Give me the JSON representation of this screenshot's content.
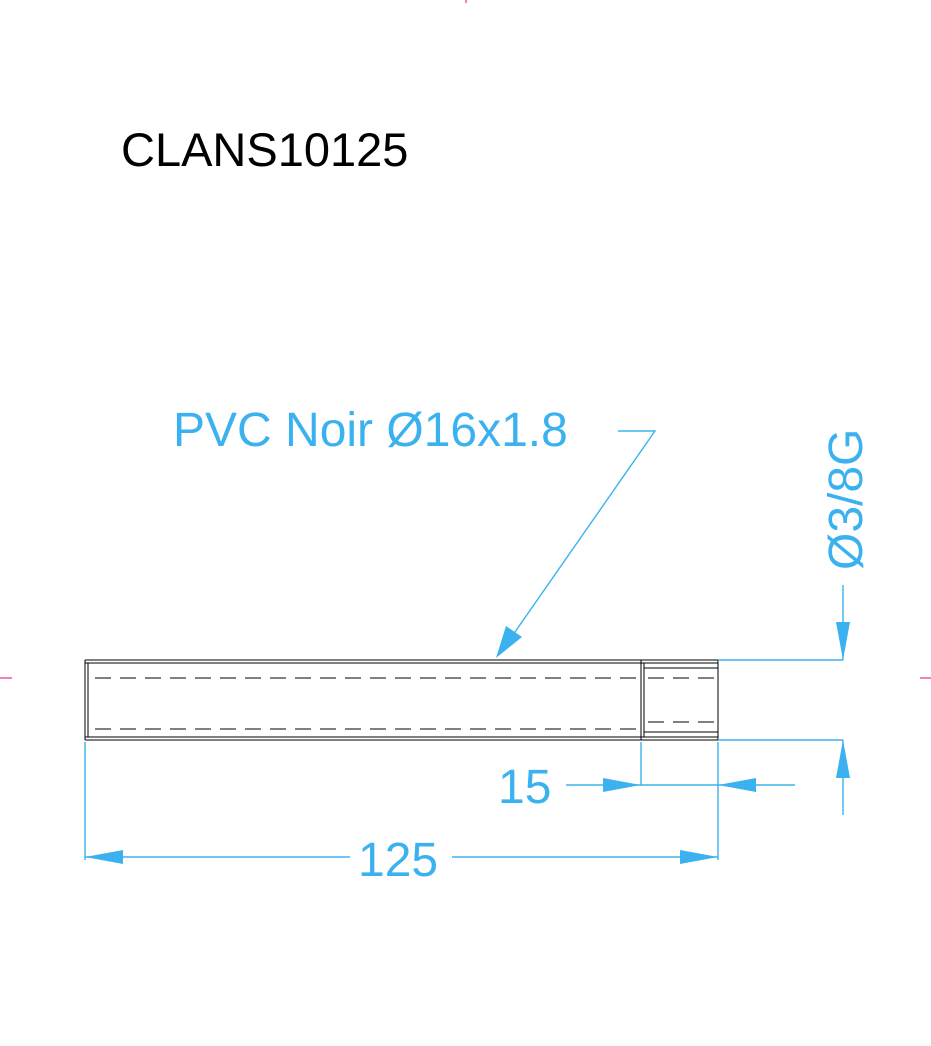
{
  "title": "CLANS10125",
  "leader_label": "PVC Noir Ø16x1.8",
  "thread_label": "Ø3/8G",
  "dimensions": {
    "overall_length": "125",
    "thread_length": "15"
  },
  "colors": {
    "dimension": "#3bb2ef",
    "part": "#000000",
    "center_mark": "#e6007e",
    "background": "#ffffff"
  }
}
